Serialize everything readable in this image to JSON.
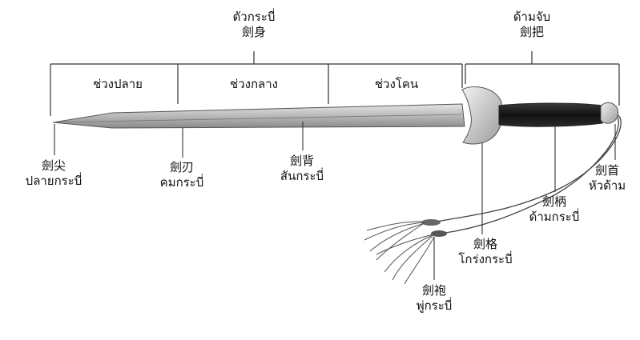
{
  "top_labels": {
    "blade": {
      "thai": "ตัวกระบี่",
      "chinese": "劍身"
    },
    "hilt": {
      "thai": "ด้ามจับ",
      "chinese": "劍把"
    }
  },
  "segments": {
    "tip_section": "ช่วงปลาย",
    "middle_section": "ช่วงกลาง",
    "base_section": "ช่วงโคน"
  },
  "parts": {
    "tip": {
      "chinese": "劍尖",
      "thai": "ปลายกระบี่"
    },
    "edge": {
      "chinese": "劍刃",
      "thai": "คมกระบี่"
    },
    "spine": {
      "chinese": "劍背",
      "thai": "สันกระบี่"
    },
    "guard": {
      "chinese": "劍格",
      "thai": "โกร่งกระบี่"
    },
    "tassel": {
      "chinese": "劍袍",
      "thai": "พู่กระบี่"
    },
    "grip": {
      "chinese": "劍柄",
      "thai": "ด้ามกระบี่"
    },
    "pommel": {
      "chinese": "劍首",
      "thai": "หัวด้าม"
    }
  },
  "colors": {
    "blade": "#c9c9c9",
    "grip": "#1a1a1a",
    "line": "#333333"
  }
}
